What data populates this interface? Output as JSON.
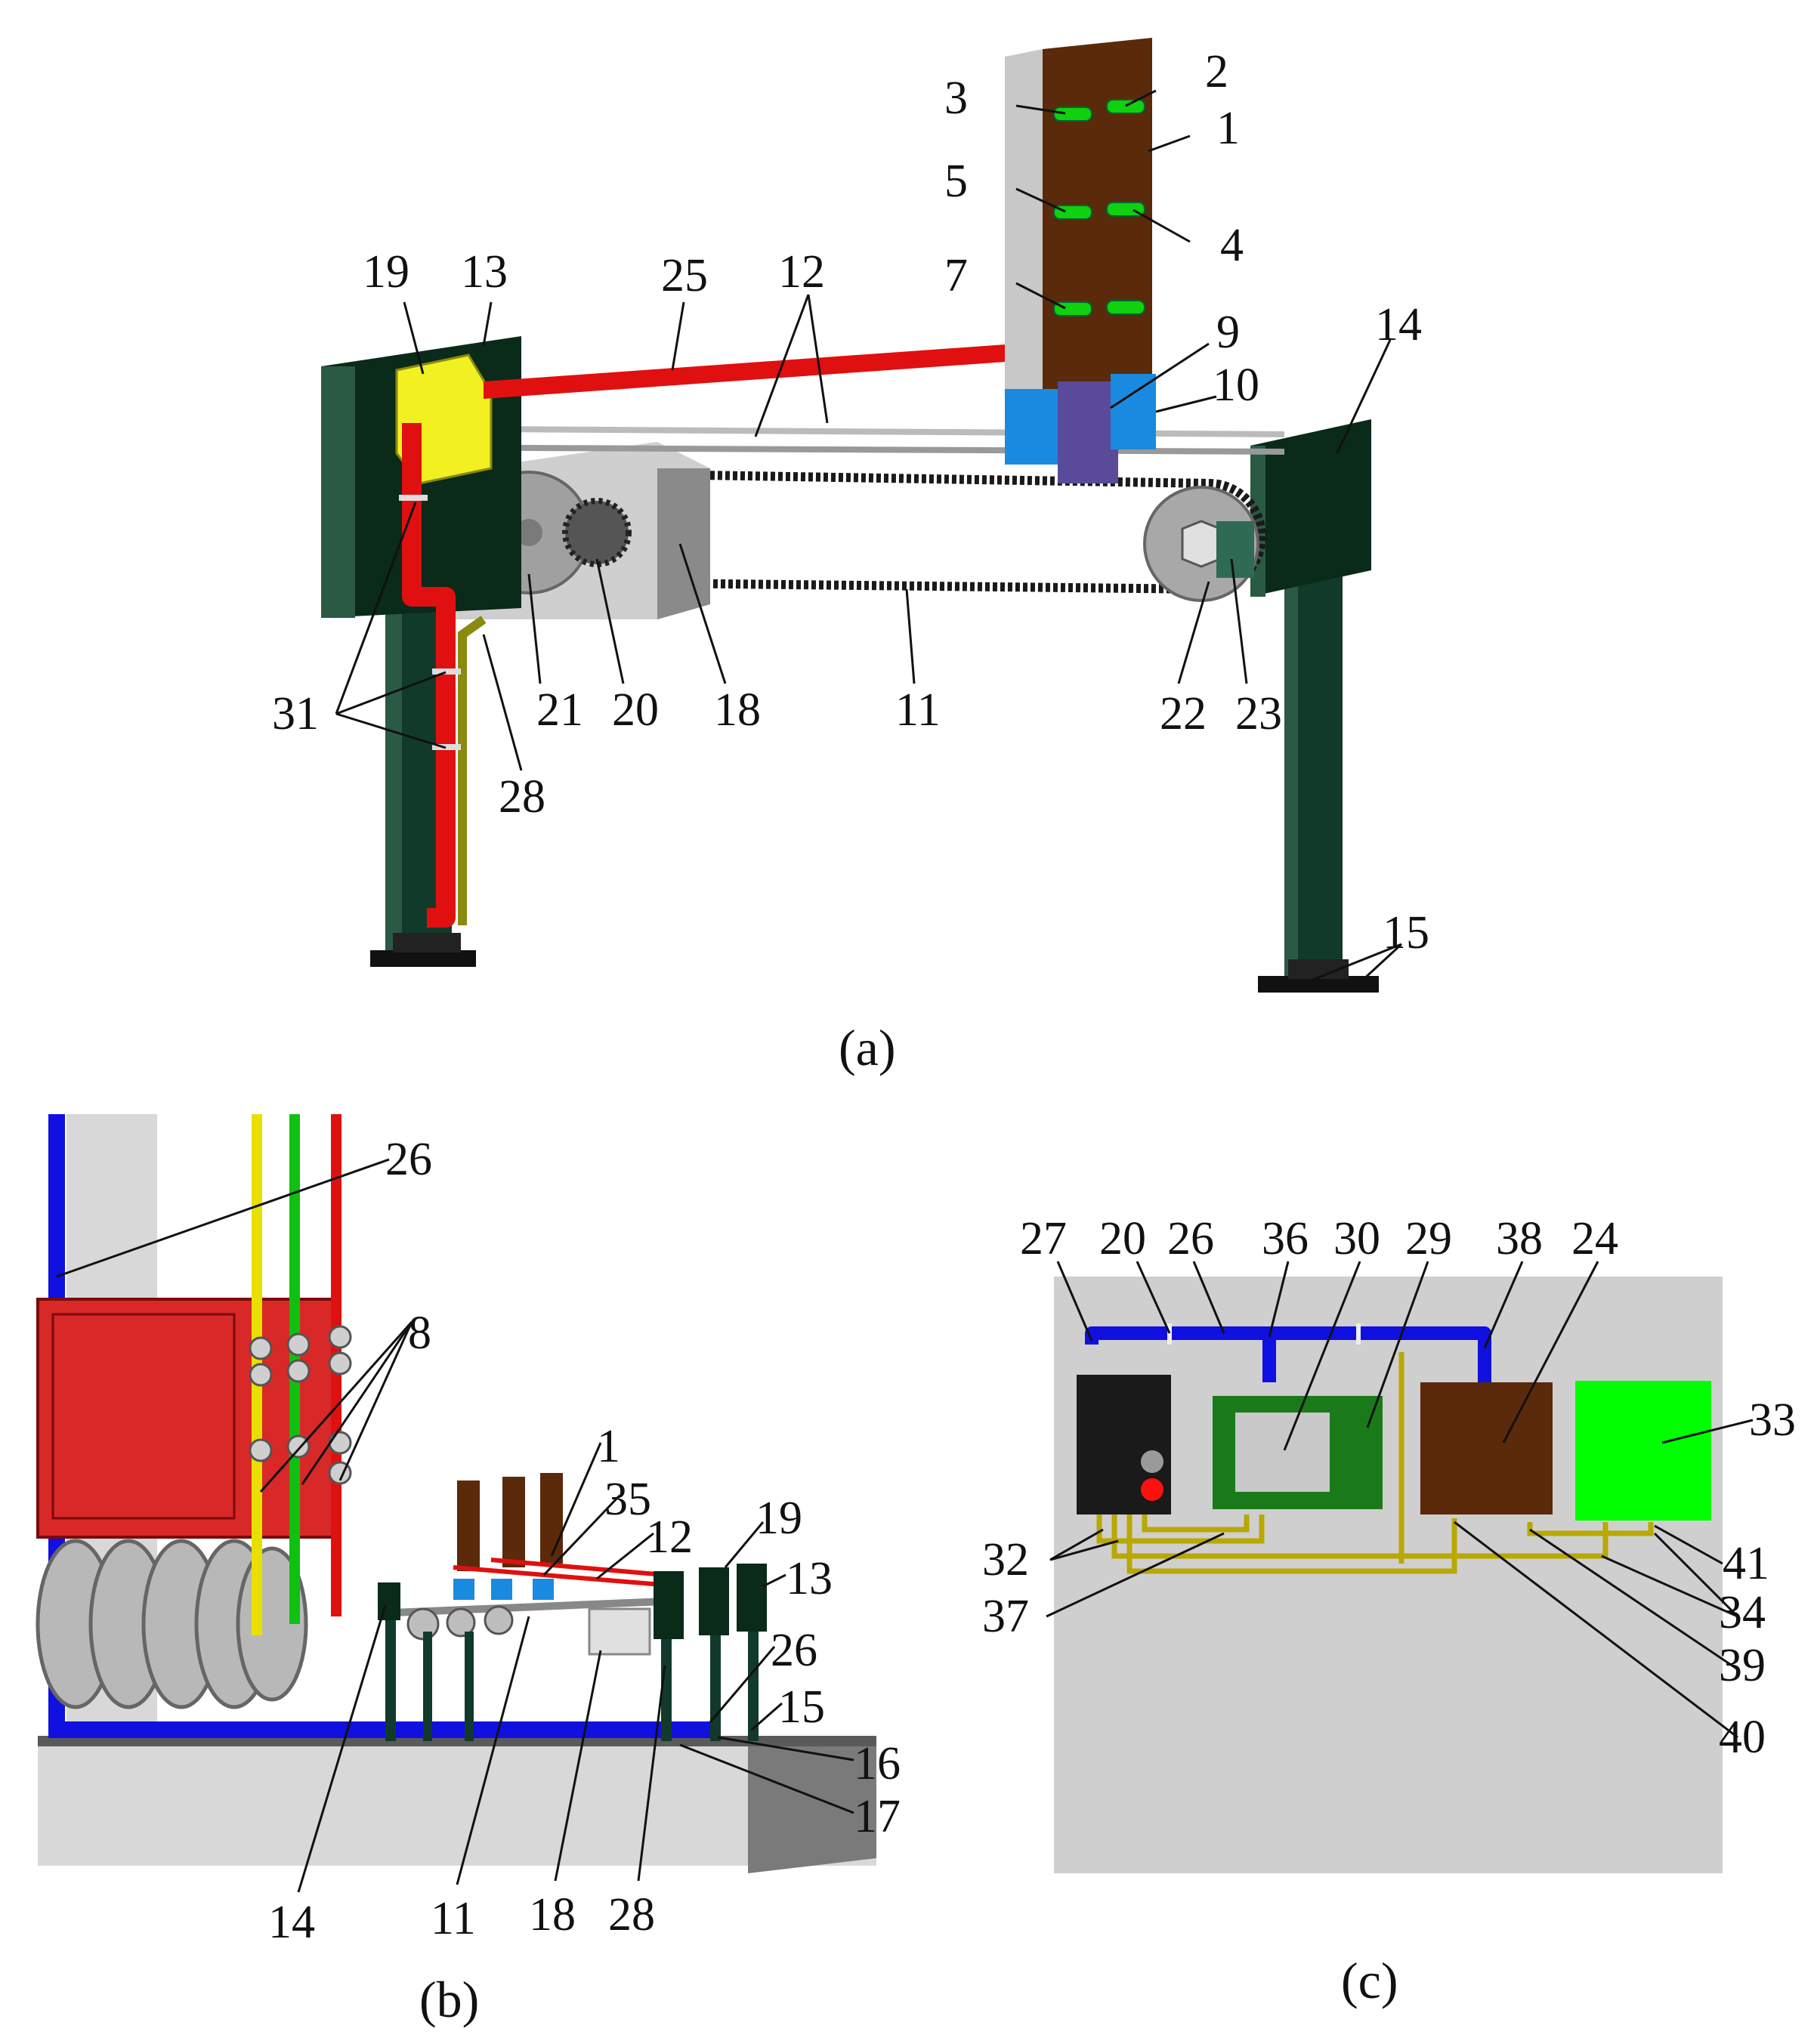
{
  "figure": {
    "captions": {
      "a": "(a)",
      "b": "(b)",
      "c": "(c)"
    },
    "colors": {
      "board": "#5a2a0a",
      "frame": "#123a2a",
      "red_pipe": "#e01010",
      "blue_pipe": "#1010e0",
      "yellow_wire": "#e8e000",
      "green_wire": "#10c010",
      "bright_green": "#00ff00",
      "gray": "#c8c8c8",
      "cyan_block": "#1a8ae0",
      "purple_block": "#5a4a9a"
    },
    "panel_a": {
      "labels": {
        "l1": "1",
        "l2": "2",
        "l3": "3",
        "l4": "4",
        "l5": "5",
        "l7": "7",
        "l9": "9",
        "l10": "10",
        "l11": "11",
        "l12": "12",
        "l13": "13",
        "l14": "14",
        "l15": "15",
        "l18": "18",
        "l19": "19",
        "l20": "20",
        "l21": "21",
        "l22": "22",
        "l23": "23",
        "l25": "25",
        "l28": "28",
        "l31": "31"
      }
    },
    "panel_b": {
      "labels": {
        "l1": "1",
        "l8": "8",
        "l11": "11",
        "l12": "12",
        "l13": "13",
        "l14": "14",
        "l15": "15",
        "l16": "16",
        "l17": "17",
        "l18": "18",
        "l19": "19",
        "l26a": "26",
        "l26b": "26",
        "l28": "28",
        "l35": "35"
      }
    },
    "panel_c": {
      "labels": {
        "l20": "20",
        "l24": "24",
        "l26": "26",
        "l27": "27",
        "l29": "29",
        "l30": "30",
        "l32": "32",
        "l33": "33",
        "l34": "34",
        "l36": "36",
        "l37": "37",
        "l38": "38",
        "l39": "39",
        "l40": "40",
        "l41": "41"
      }
    }
  }
}
